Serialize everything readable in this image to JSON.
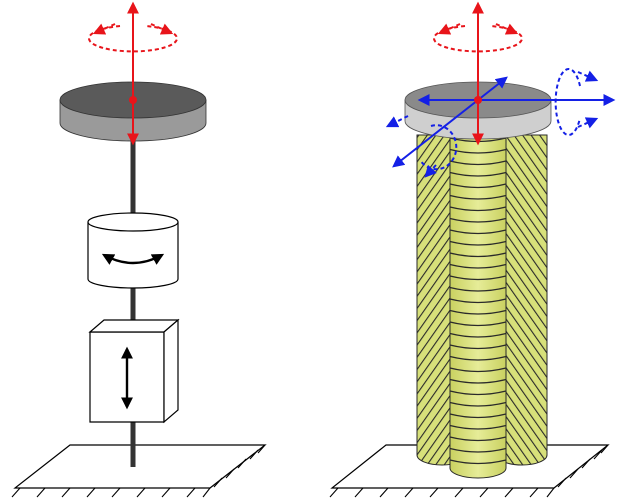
{
  "figure": {
    "panels": [
      {
        "id": "left",
        "elements": [
          "top-mass-disk",
          "rigid-rod",
          "rotational-spring",
          "axial-spring",
          "fixed-ground"
        ],
        "axis_arrows": [
          "vertical-red"
        ],
        "rotation_indicators": [
          "red-dashed-torsion"
        ]
      },
      {
        "id": "right",
        "elements": [
          "top-mass-disk",
          "helical-fiber-cylinder",
          "fixed-ground"
        ],
        "axis_arrows": [
          "vertical-red",
          "horizontal-blue",
          "diagonal-blue"
        ],
        "rotation_indicators": [
          "red-dashed-torsion",
          "blue-dashed-bending-x",
          "blue-dashed-bending-y"
        ]
      }
    ]
  },
  "colors": {
    "axis_red": "#e8141a",
    "axis_blue": "#1420e6",
    "disk_top": "#5a5a5a",
    "disk_side": "#9a9a9a",
    "disk_top_light": "#8a8a8a",
    "disk_side_light": "#cfcfcf",
    "rod": "#333333",
    "fiber_fill": "#d7e07a",
    "fiber_stroke": "#2a2a2a",
    "outline": "#000000"
  }
}
